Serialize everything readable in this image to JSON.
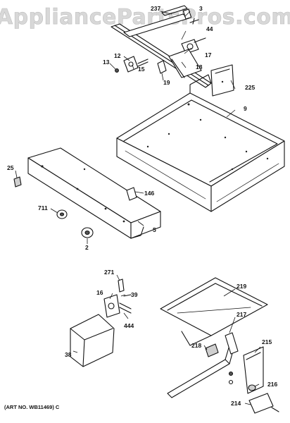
{
  "watermark": "AppliancePartsPros.com",
  "art_number": "(ART NO. WB11469) C",
  "callouts": [
    {
      "id": "237",
      "label": "237"
    },
    {
      "id": "3",
      "label": "3"
    },
    {
      "id": "44",
      "label": "44"
    },
    {
      "id": "17",
      "label": "17"
    },
    {
      "id": "12",
      "label": "12"
    },
    {
      "id": "13",
      "label": "13"
    },
    {
      "id": "15",
      "label": "15"
    },
    {
      "id": "18",
      "label": "18"
    },
    {
      "id": "19",
      "label": "19"
    },
    {
      "id": "225",
      "label": "225"
    },
    {
      "id": "9",
      "label": "9"
    },
    {
      "id": "25",
      "label": "25"
    },
    {
      "id": "146",
      "label": "146"
    },
    {
      "id": "711",
      "label": "711"
    },
    {
      "id": "5",
      "label": "5"
    },
    {
      "id": "2",
      "label": "2"
    },
    {
      "id": "271",
      "label": "271"
    },
    {
      "id": "16",
      "label": "16"
    },
    {
      "id": "39",
      "label": "39"
    },
    {
      "id": "444",
      "label": "444"
    },
    {
      "id": "38",
      "label": "38"
    },
    {
      "id": "219",
      "label": "219"
    },
    {
      "id": "217",
      "label": "217"
    },
    {
      "id": "218",
      "label": "218"
    },
    {
      "id": "215",
      "label": "215"
    },
    {
      "id": "216",
      "label": "216"
    },
    {
      "id": "214",
      "label": "214"
    }
  ]
}
